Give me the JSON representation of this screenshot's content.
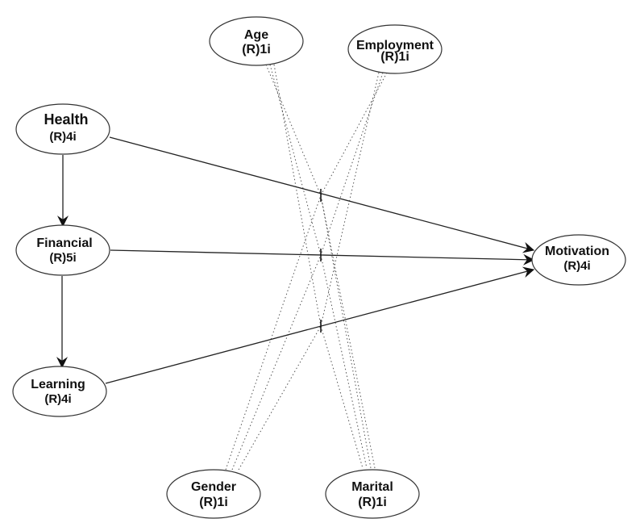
{
  "nodes": {
    "age": {
      "name": "Age",
      "sub": "(R)1i"
    },
    "employment": {
      "name": "Employment",
      "sub": "(R)1i"
    },
    "health": {
      "name": "Health",
      "sub": "(R)4i"
    },
    "financial": {
      "name": "Financial",
      "sub": "(R)5i"
    },
    "learning": {
      "name": "Learning",
      "sub": "(R)4i"
    },
    "motivation": {
      "name": "Motivation",
      "sub": "(R)4i"
    },
    "gender": {
      "name": "Gender",
      "sub": "(R)1i"
    },
    "marital": {
      "name": "Marital",
      "sub": "(R)1i"
    }
  },
  "edges": [
    {
      "from": "health",
      "to": "financial",
      "style": "solid"
    },
    {
      "from": "financial",
      "to": "learning",
      "style": "solid"
    },
    {
      "from": "health",
      "to": "motivation",
      "style": "solid"
    },
    {
      "from": "financial",
      "to": "motivation",
      "style": "solid"
    },
    {
      "from": "learning",
      "to": "motivation",
      "style": "solid"
    }
  ],
  "moderators": [
    "age",
    "employment",
    "gender",
    "marital"
  ],
  "colors": {
    "line": "#222222",
    "dotted": "#555555",
    "ellipse_stroke": "#333333",
    "text": "#111111"
  }
}
